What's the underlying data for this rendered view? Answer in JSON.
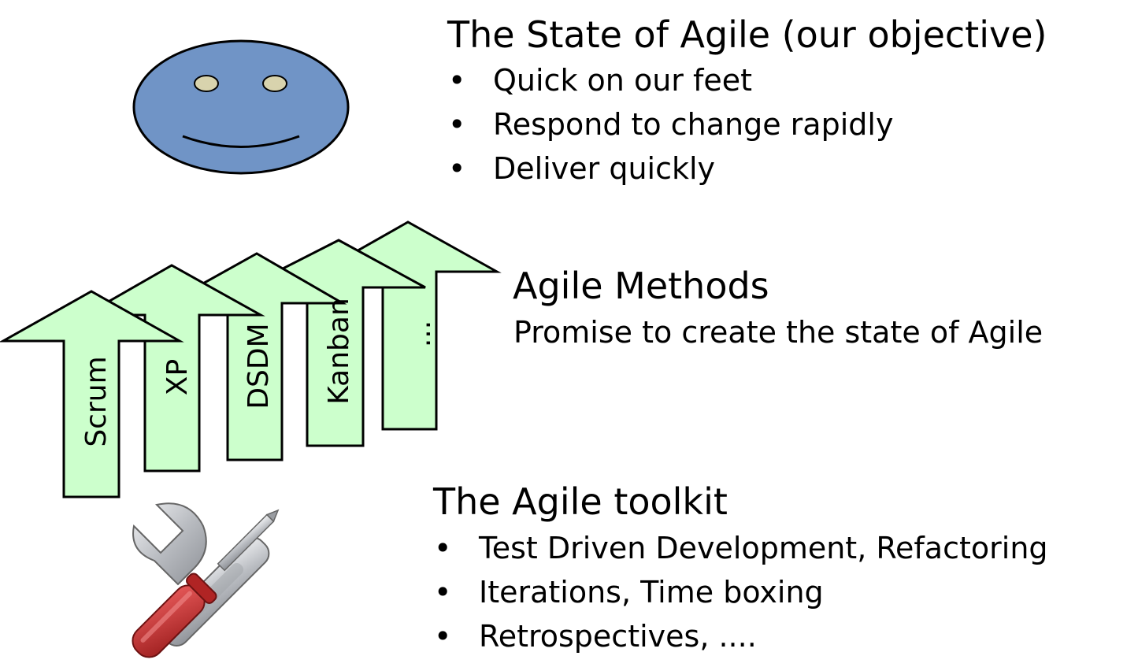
{
  "state": {
    "title": "The State of Agile (our objective)",
    "items": [
      "Quick on our feet",
      "Respond to change rapidly",
      "Deliver quickly"
    ]
  },
  "methods": {
    "title": "Agile Methods",
    "subtitle": "Promise to create the state of Agile",
    "arrows": [
      "Scrum",
      "XP",
      "DSDM",
      "Kanban",
      "..."
    ]
  },
  "toolkit": {
    "title": "The Agile toolkit",
    "items": [
      "Test Driven Development, Refactoring",
      "Iterations, Time boxing",
      "Retrospectives, ...."
    ]
  },
  "colors": {
    "face": "#7094c6",
    "eyes": "#d8d3ad",
    "arrow_fill": "#ccffcc",
    "screwdriver_handle": "#c02b2b",
    "wrench": "#c7c9cc"
  },
  "icons": [
    "smiley-face-icon",
    "arrow-up-icon",
    "wrench-screwdriver-icon"
  ]
}
